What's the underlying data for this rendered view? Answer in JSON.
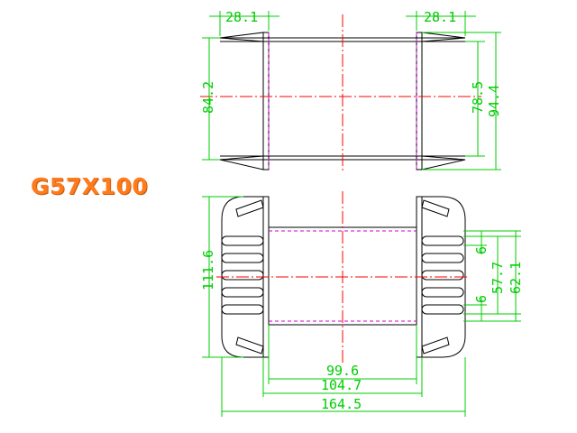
{
  "model": "G57X100",
  "colors": {
    "outline": "#000000",
    "dimension": "#00cc00",
    "centerline": "#ff0000",
    "hidden": "#cc00cc",
    "label": "#ff7a1a"
  },
  "dimensions": {
    "top_left_width": "28.1",
    "top_right_width": "28.1",
    "top_inner_height": "84.2",
    "top_mid_height": "78.5",
    "top_outer_height": "94.4",
    "bottom_height": "111.6",
    "bottom_gap_top": "6",
    "bottom_gap_bottom": "6",
    "bottom_fin_span": "57.7",
    "bottom_fin_outer": "62.1",
    "bottom_inner_width": "99.6",
    "bottom_mid_width": "104.7",
    "bottom_overall_width": "164.5"
  }
}
